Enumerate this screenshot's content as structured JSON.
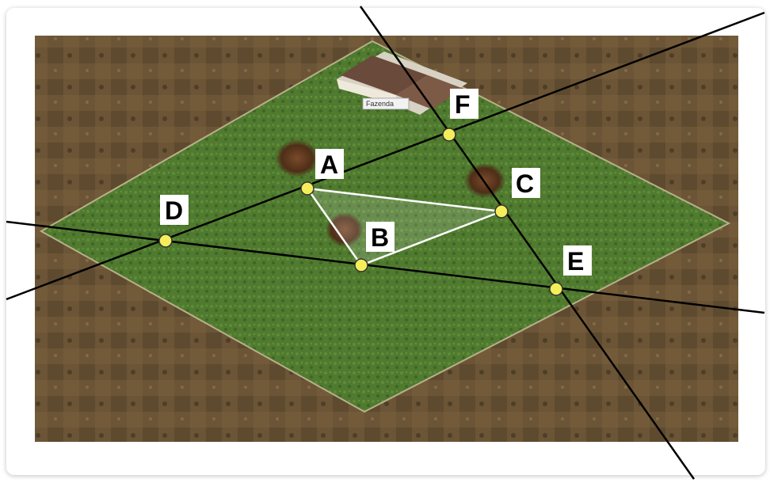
{
  "diagram": {
    "points": [
      {
        "id": "A",
        "label": "A"
      },
      {
        "id": "B",
        "label": "B"
      },
      {
        "id": "C",
        "label": "C"
      },
      {
        "id": "D",
        "label": "D"
      },
      {
        "id": "E",
        "label": "E"
      },
      {
        "id": "F",
        "label": "F"
      }
    ],
    "triangle": [
      "A",
      "B",
      "C"
    ],
    "building_label": "Fazenda",
    "colors": {
      "terrain_dirt": "#6b5536",
      "field_grass": "#4f7a2f",
      "lines": "#000000",
      "triangle": "#ffffff",
      "point_fill": "#f4ee5a"
    }
  }
}
